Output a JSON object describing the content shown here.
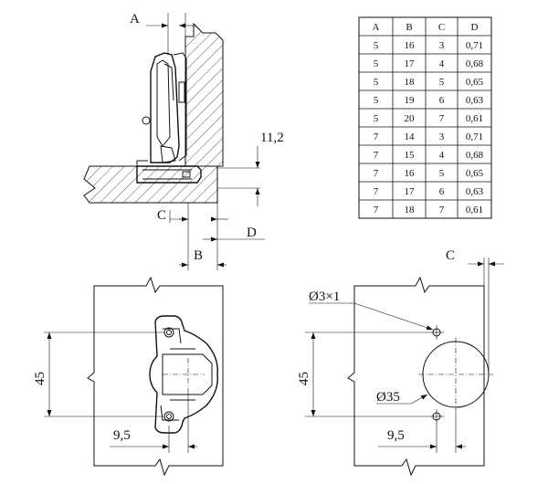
{
  "labels": {
    "dim_a": "A",
    "dim_c_top": "C",
    "dim_b": "B",
    "dim_d": "D",
    "dim_11_2": "11,2",
    "dim_45_left": "45",
    "dim_9_5_left": "9,5",
    "dim_c_right": "C",
    "dim_3x1": "Ø3×1",
    "dim_45_right": "45",
    "dim_35": "Ø35",
    "dim_9_5_right": "9,5"
  },
  "table": {
    "headers": [
      "A",
      "B",
      "C",
      "D"
    ],
    "rows": [
      [
        "5",
        "16",
        "3",
        "0,71"
      ],
      [
        "5",
        "17",
        "4",
        "0,68"
      ],
      [
        "5",
        "18",
        "5",
        "0,65"
      ],
      [
        "5",
        "19",
        "6",
        "0,63"
      ],
      [
        "5",
        "20",
        "7",
        "0,61"
      ],
      [
        "7",
        "14",
        "3",
        "0,71"
      ],
      [
        "7",
        "15",
        "4",
        "0,68"
      ],
      [
        "7",
        "16",
        "5",
        "0,65"
      ],
      [
        "7",
        "17",
        "6",
        "0,63"
      ],
      [
        "7",
        "18",
        "7",
        "0,61"
      ]
    ]
  }
}
